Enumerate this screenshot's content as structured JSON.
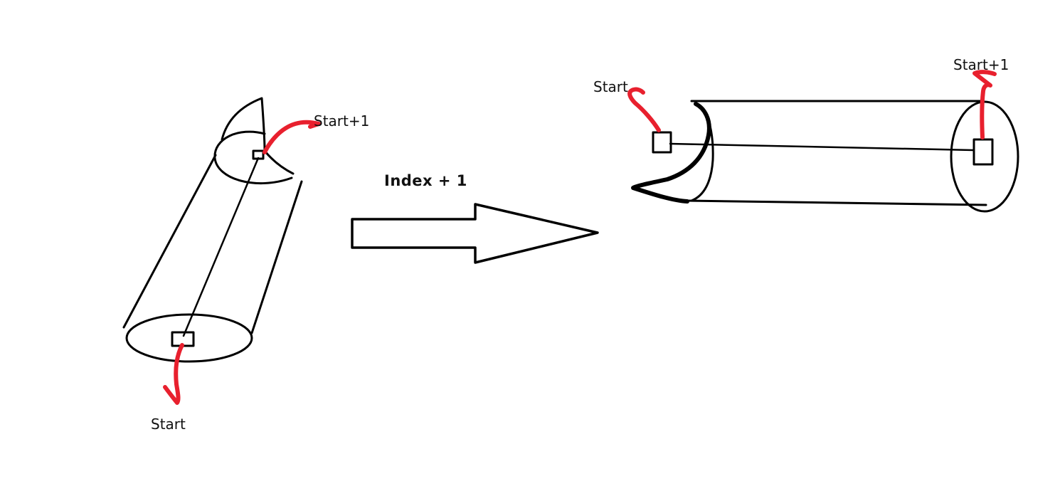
{
  "labels": {
    "left_start": "Start",
    "left_start_plus_one": "Start+1",
    "arrow_label": "Index + 1",
    "right_start": "Start",
    "right_start_plus_one": "Start+1"
  },
  "colors": {
    "ink": "#000000",
    "marker": "#e8202e",
    "background": "#ffffff"
  }
}
